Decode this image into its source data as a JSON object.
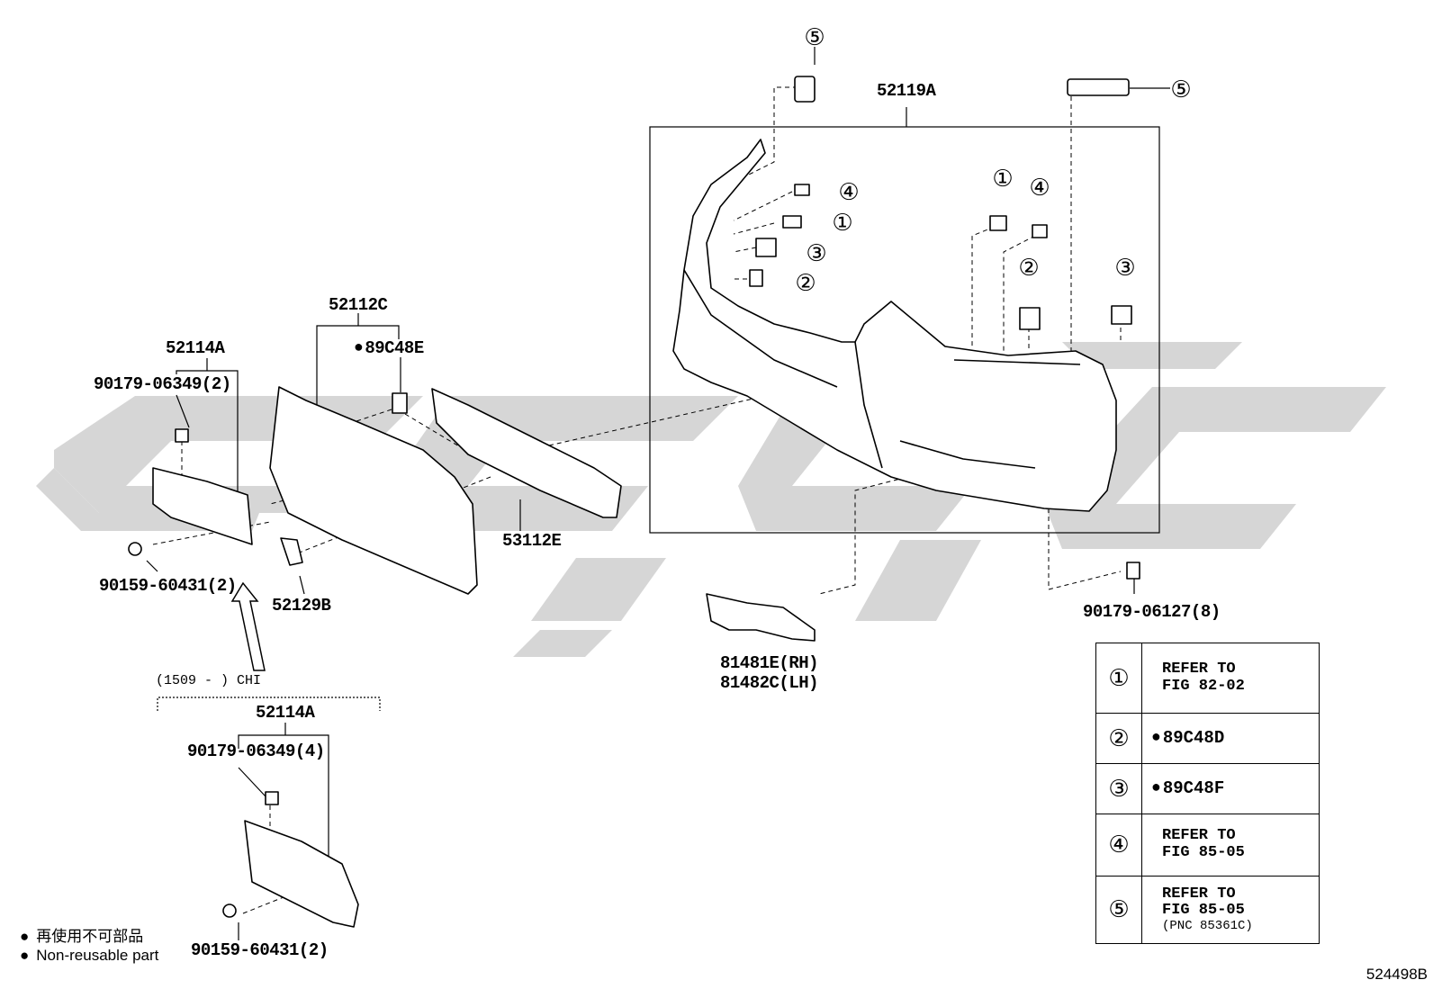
{
  "callout_circles": [
    "①",
    "②",
    "③",
    "④",
    "⑤"
  ],
  "labels": {
    "bumper_cover": "52119A",
    "grille_frame": "52112C",
    "grille_clip": "89C48E",
    "plate_bracket_top": "52114A",
    "clip_top": "90179-06349(2)",
    "bolt_top": "90159-60431(2)",
    "lower_grille": "53112E",
    "cap": "52129B",
    "side_trim_rh": "81481E(RH)",
    "side_trim_lh": "81482C(LH)",
    "nut": "90179-06127(8)",
    "variant": "(1509 -      ) CHI",
    "plate_bracket_bottom": "52114A",
    "clip_bottom": "90179-06349(4)",
    "bolt_bottom": "90159-60431(2)"
  },
  "notes": {
    "cn": "再使用不可部品",
    "en": "Non-reusable part"
  },
  "ref_table": [
    {
      "num": "①",
      "line1": "REFER TO",
      "line2": "FIG 82-02",
      "line3": ""
    },
    {
      "num": "②",
      "line1": "89C48D",
      "line2": "",
      "line3": ""
    },
    {
      "num": "③",
      "line1": "89C48F",
      "line2": "",
      "line3": ""
    },
    {
      "num": "④",
      "line1": "REFER TO",
      "line2": "FIG 85-05",
      "line3": ""
    },
    {
      "num": "⑤",
      "line1": "REFER TO",
      "line2": "FIG 85-05",
      "line3": "(PNC 85361C)"
    }
  ],
  "diagram_id": "524498B",
  "colors": {
    "watermark": "#cfcfcf",
    "line": "#000000",
    "background": "#ffffff"
  }
}
